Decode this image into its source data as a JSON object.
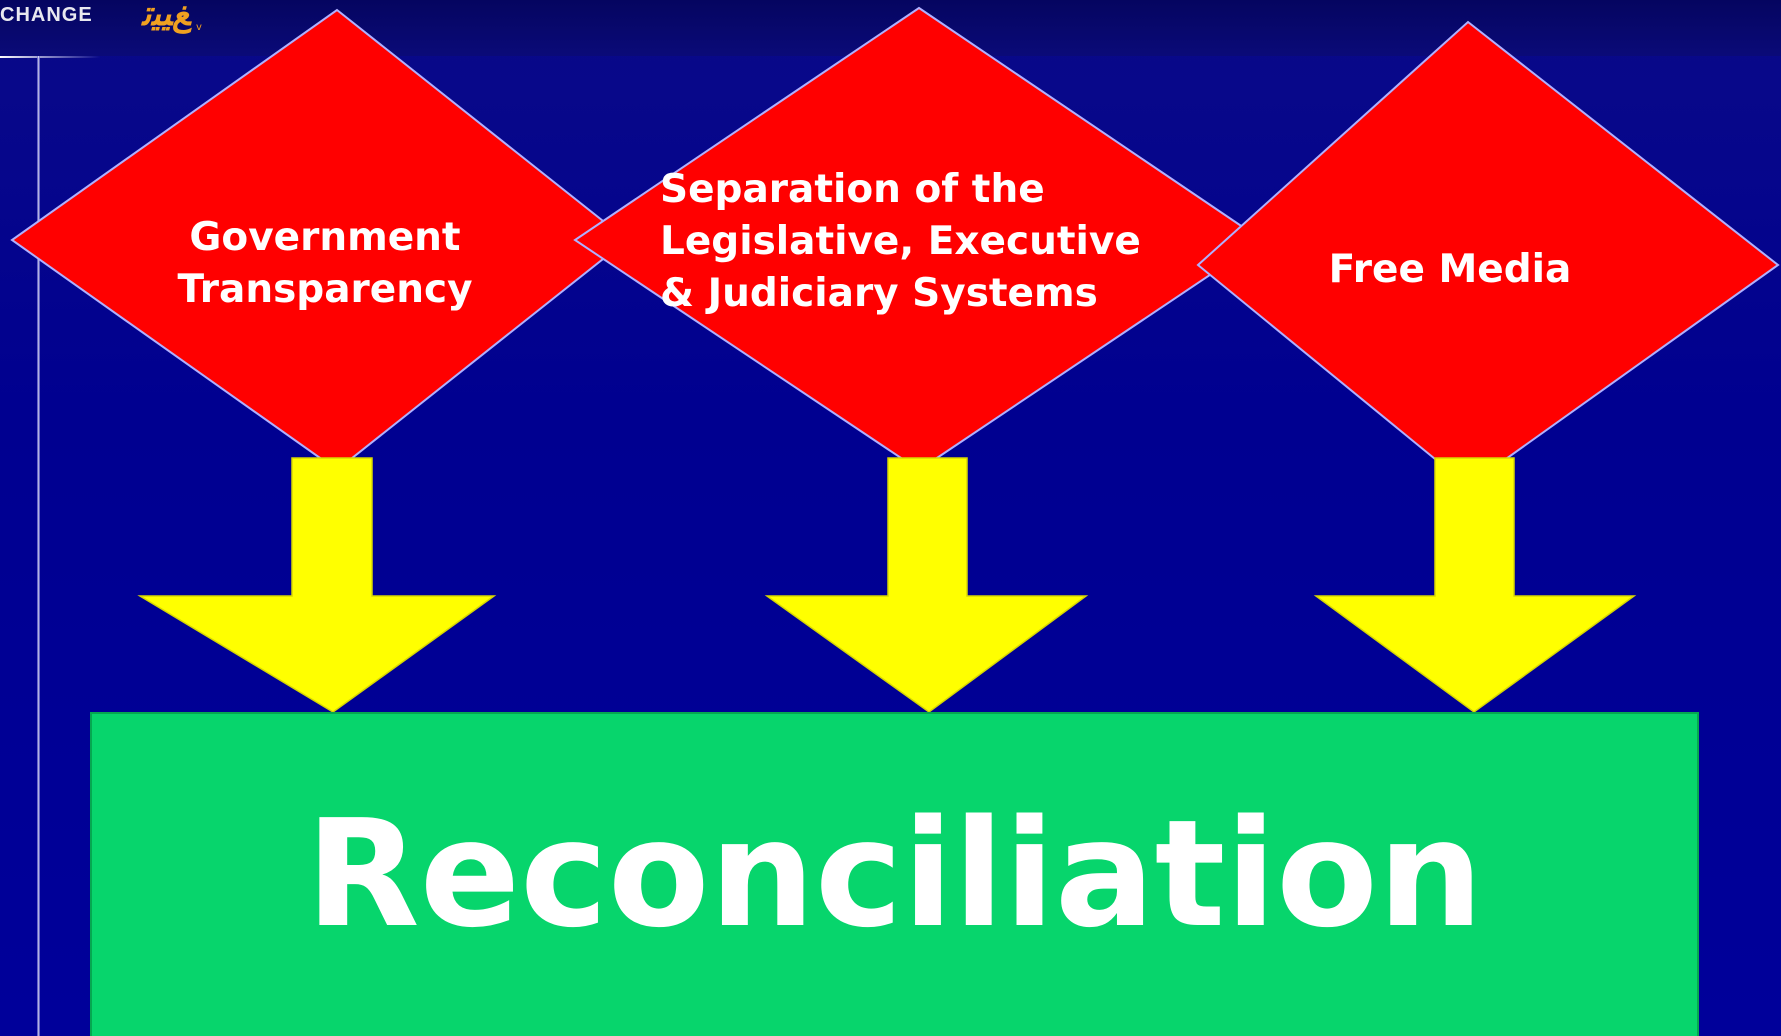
{
  "header": {
    "logo_text": "CHANGE",
    "logo_mark": "ﻎﻴﻴﺗ",
    "logo_dot": "v"
  },
  "pillars": [
    {
      "label": "Government\nTransparency",
      "fill": "#ff0000"
    },
    {
      "label": "Separation of  the\nLegislative,  Executive\n& Judiciary Systems",
      "fill": "#ff0000"
    },
    {
      "label": "Free Media",
      "fill": "#ff0000"
    }
  ],
  "arrow_color": "#ffff00",
  "result": {
    "label": "Reconciliation",
    "fill": "#07d56c"
  }
}
